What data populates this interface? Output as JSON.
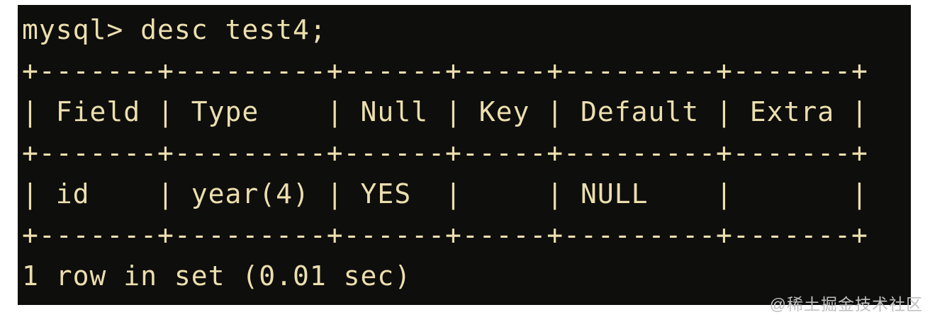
{
  "terminal": {
    "bg_color": "#0e0e0c",
    "text_color": "#ecdfae",
    "command": "mysql> desc test4;",
    "lines": [
      "mysql> desc test4;",
      "+-------+---------+------+-----+---------+-------+",
      "| Field | Type    | Null | Key | Default | Extra |",
      "+-------+---------+------+-----+---------+-------+",
      "| id    | year(4) | YES  |     | NULL    |       |",
      "+-------+---------+------+-----+---------+-------+",
      "1 row in set (0.01 sec)"
    ],
    "table": {
      "columns": [
        "Field",
        "Type",
        "Null",
        "Key",
        "Default",
        "Extra"
      ],
      "rows": [
        [
          "id",
          "year(4)",
          "YES",
          "",
          "NULL",
          ""
        ]
      ]
    },
    "status_line": "1 row in set (0.01 sec)"
  },
  "watermark": {
    "text": "@稀土掘金技术社区",
    "color": "#c0c0c0"
  }
}
